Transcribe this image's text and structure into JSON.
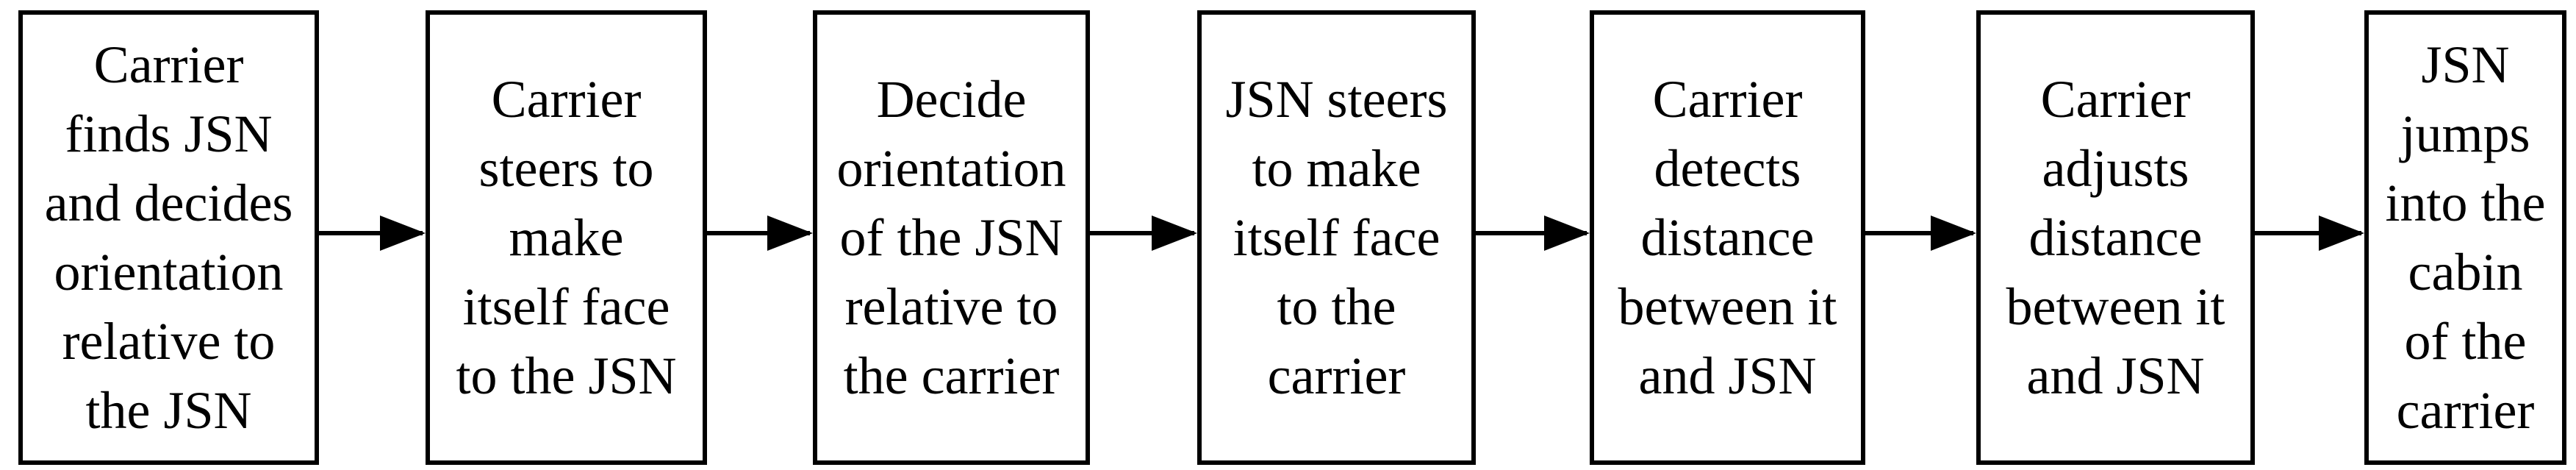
{
  "diagram": {
    "type": "flowchart",
    "direction": "left-to-right",
    "background_color": "#ffffff",
    "box_border_color": "#000000",
    "text_color": "#000000",
    "connector": "right-arrow",
    "steps": [
      {
        "label": "Carrier finds JSN and decides orientation relative to the JSN",
        "lines": "Carrier\nfinds JSN\nand decides\norientation\nrelative to\nthe JSN"
      },
      {
        "label": "Carrier steers to make itself face to the JSN",
        "lines": "Carrier\nsteers to\nmake\nitself face\nto the JSN"
      },
      {
        "label": "Decide orientation of the JSN relative to the carrier",
        "lines": "Decide\norientation\nof the JSN\nrelative to\nthe carrier"
      },
      {
        "label": "JSN steers to make itself face to the carrier",
        "lines": "JSN steers\nto make\nitself face\nto the\ncarrier"
      },
      {
        "label": "Carrier detects distance between it and JSN",
        "lines": "Carrier\ndetects\ndistance\nbetween it\nand JSN"
      },
      {
        "label": "Carrier adjusts distance between it and JSN",
        "lines": "Carrier\nadjusts\ndistance\nbetween it\nand JSN"
      },
      {
        "label": "JSN jumps into the cabin of the carrier",
        "lines": "JSN\njumps\ninto the\ncabin\nof the\ncarrier"
      }
    ]
  }
}
